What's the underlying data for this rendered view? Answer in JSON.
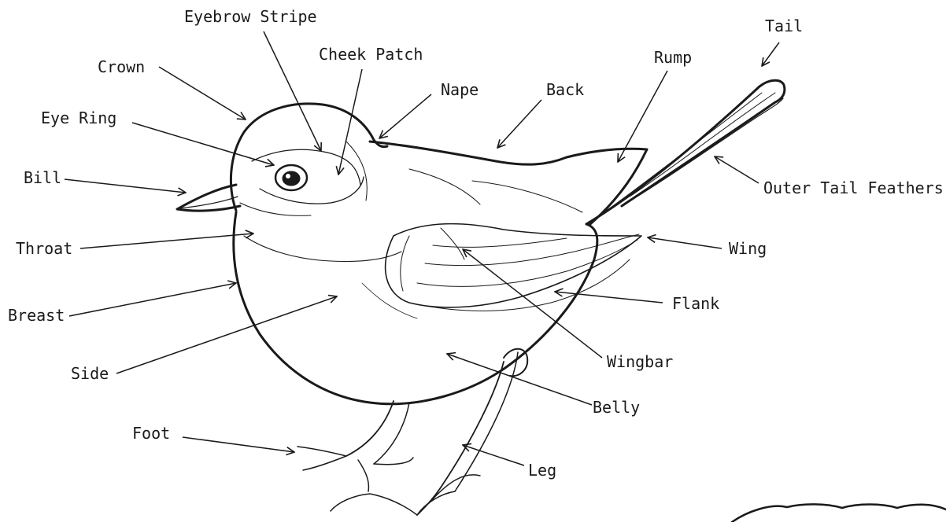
{
  "labels": {
    "eyebrow_stripe": "Eyebrow Stripe",
    "cheek_patch": "Cheek Patch",
    "crown": "Crown",
    "nape": "Nape",
    "back": "Back",
    "rump": "Rump",
    "tail": "Tail",
    "eye_ring": "Eye Ring",
    "bill": "Bill",
    "throat": "Throat",
    "breast": "Breast",
    "side": "Side",
    "foot": "Foot",
    "leg": "Leg",
    "belly": "Belly",
    "wingbar": "Wingbar",
    "flank": "Flank",
    "wing": "Wing",
    "outer_tail_feathers": "Outer Tail Feathers"
  },
  "colors": {
    "ink": "#1a1a1a",
    "background": "#ffffff"
  }
}
